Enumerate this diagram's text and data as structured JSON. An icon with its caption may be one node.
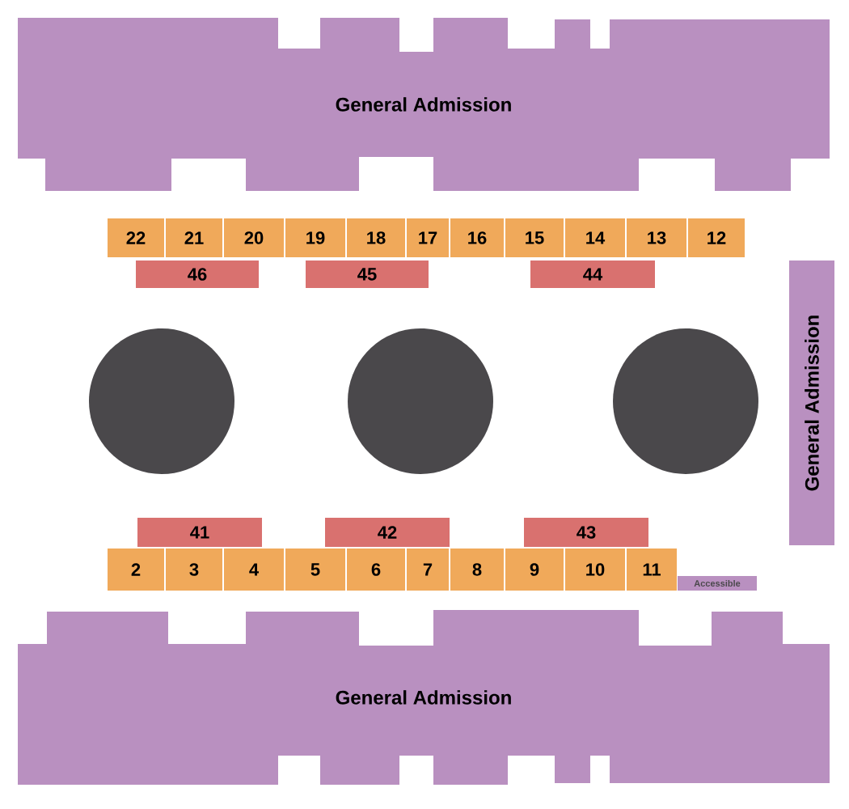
{
  "diagram": {
    "nodes": [
      {
        "text": [
          "General Admission"
        ]
      },
      {
        "text": [
          "22"
        ]
      },
      {
        "text": [
          "21"
        ]
      },
      {
        "text": [
          "20"
        ]
      },
      {
        "text": [
          "19"
        ]
      },
      {
        "text": [
          "18"
        ]
      },
      {
        "text": [
          "17"
        ]
      },
      {
        "text": [
          "16"
        ]
      },
      {
        "text": [
          "15"
        ]
      },
      {
        "text": [
          "14"
        ]
      },
      {
        "text": [
          "13"
        ]
      },
      {
        "text": [
          "12"
        ]
      },
      {
        "text": [
          "46"
        ]
      },
      {
        "text": [
          "45"
        ]
      },
      {
        "text": [
          "44"
        ]
      },
      {
        "text": [],
        "shape": "circle"
      },
      {
        "text": [],
        "shape": "circle"
      },
      {
        "text": [],
        "shape": "circle"
      },
      {
        "text": [
          "General Admission"
        ]
      },
      {
        "text": [
          "41"
        ]
      },
      {
        "text": [
          "42"
        ]
      },
      {
        "text": [
          "43"
        ]
      },
      {
        "text": [
          "2"
        ]
      },
      {
        "text": [
          "3"
        ]
      },
      {
        "text": [
          "4"
        ]
      },
      {
        "text": [
          "5"
        ]
      },
      {
        "text": [
          "6"
        ]
      },
      {
        "text": [
          "7"
        ]
      },
      {
        "text": [
          "8"
        ]
      },
      {
        "text": [
          "9"
        ]
      },
      {
        "text": [
          "10"
        ]
      },
      {
        "text": [
          "11"
        ]
      },
      {
        "text": [
          "Accessible"
        ]
      },
      {
        "text": [
          "General Admission"
        ]
      }
    ]
  }
}
